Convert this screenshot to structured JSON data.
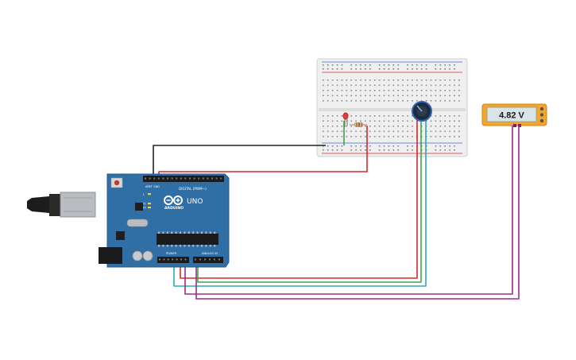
{
  "multimeter": {
    "reading": "4.82 V"
  },
  "arduino": {
    "brand": "ARDUINO",
    "model": "UNO",
    "digital_header_label": "DIGITAL (PWM~)",
    "power_label": "POWER",
    "analog_label": "ANALOG IN",
    "gnd_label": "GND",
    "tx_label": "TX",
    "rx_label": "RX",
    "l_label": "L",
    "aref_label": "AREF"
  },
  "colors": {
    "background": "#ffffff",
    "arduino_board": "#2f6fa6",
    "breadboard": "#efefef",
    "wire_black": "#222222",
    "wire_red": "#d62828",
    "wire_green": "#3fa34d",
    "wire_teal": "#2aa7b8",
    "wire_purple": "#9b2a8c",
    "led_red": "#e53935",
    "meter_body": "#f2a72b",
    "meter_screen": "#d9e4e6"
  }
}
